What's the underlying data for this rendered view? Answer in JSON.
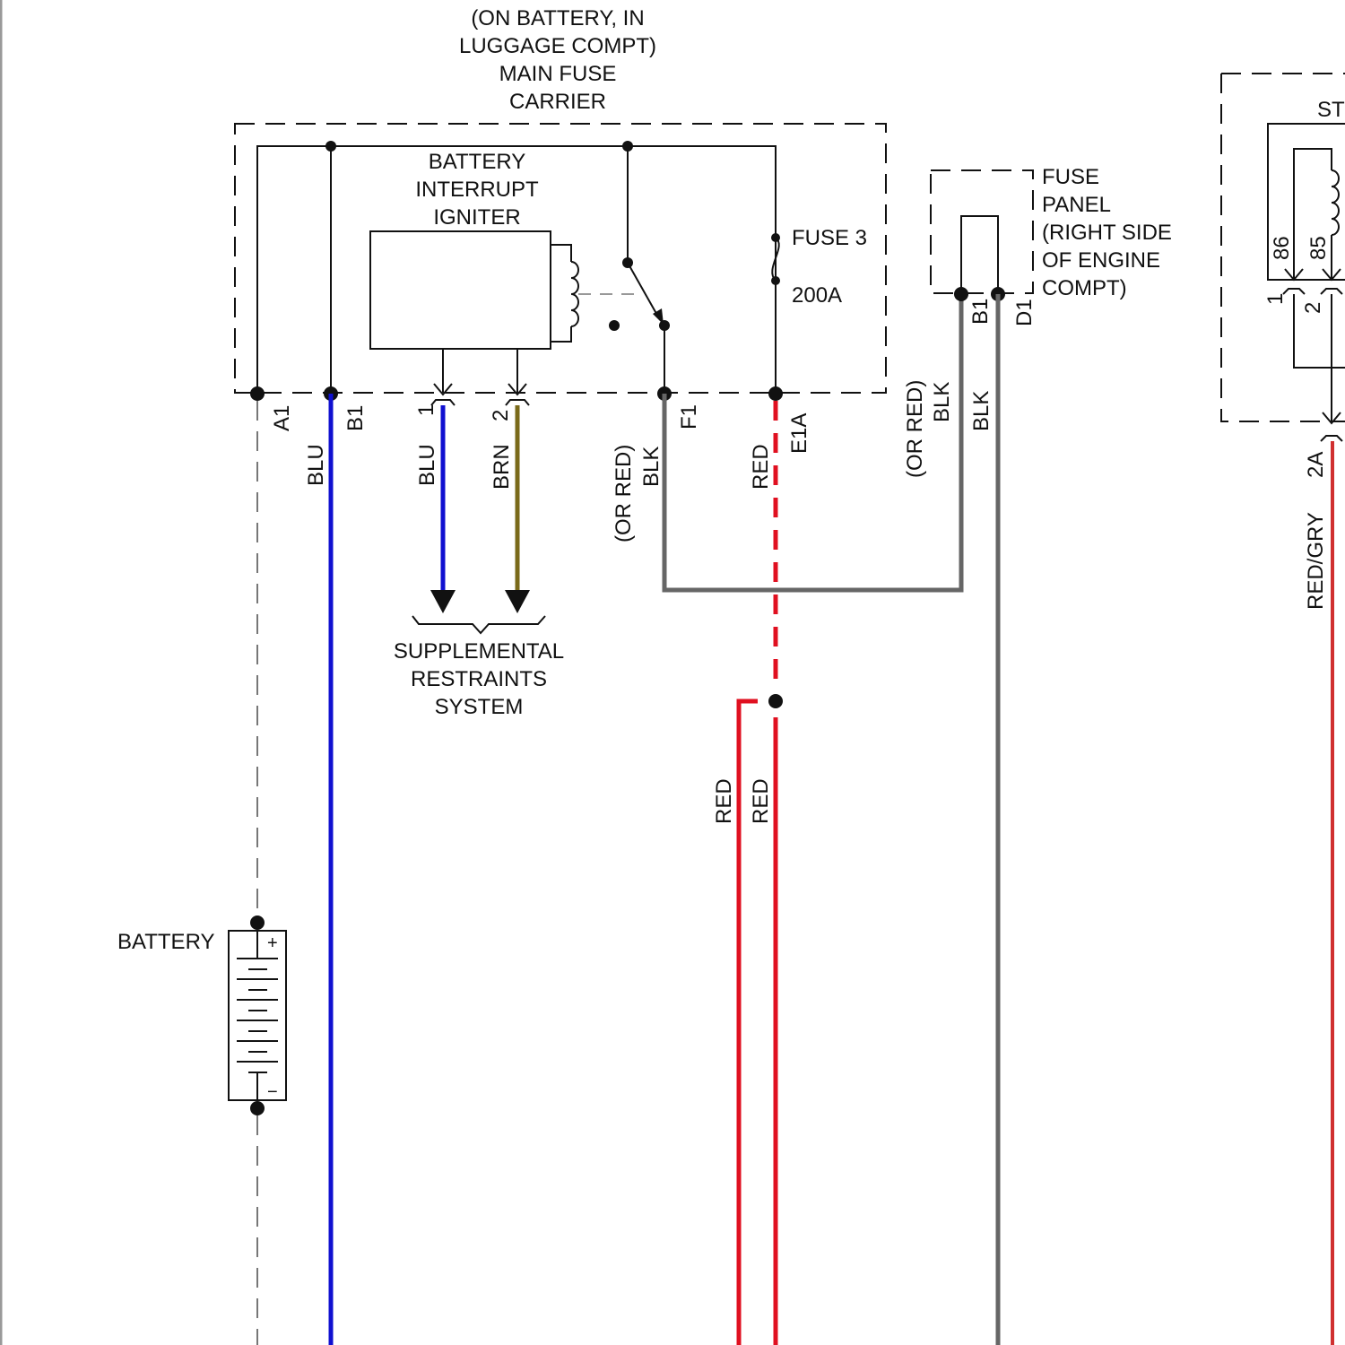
{
  "diagram": {
    "type": "wiring-schematic",
    "colors": {
      "line": "#111111",
      "blue": "#1010d0",
      "brown": "#7a6a1a",
      "black_wire": "#666666",
      "red": "#e01020",
      "red_gry": "#d03030",
      "ground_dash": "#777777"
    },
    "components": {
      "main_fuse_carrier": {
        "title_lines": [
          "(ON BATTERY, IN",
          "LUGGAGE COMPT)",
          "MAIN FUSE",
          "CARRIER"
        ],
        "igniter_lines": [
          "BATTERY",
          "INTERRUPT",
          "IGNITER"
        ],
        "fuse_name": "FUSE 3",
        "fuse_rating": "200A",
        "pins": [
          "A1",
          "B1",
          "1",
          "2",
          "F1",
          "E1A"
        ]
      },
      "fuse_panel": {
        "title_lines": [
          "FUSE",
          "PANEL",
          "(RIGHT SIDE",
          "OF ENGINE",
          "COMPT)"
        ],
        "pins": [
          "B1",
          "D1"
        ]
      },
      "relay_box": {
        "title_partial": "ST",
        "relay_pins": [
          "86",
          "85"
        ],
        "connector_pins": [
          "1",
          "2"
        ],
        "output_pin": "2A"
      },
      "battery": {
        "label": "BATTERY",
        "plus": "+",
        "minus": "−"
      },
      "srs": {
        "label_lines": [
          "SUPPLEMENTAL",
          "RESTRAINTS",
          "SYSTEM"
        ]
      }
    },
    "wires": {
      "blu_main": "BLU",
      "blu_srs": "BLU",
      "brn_srs": "BRN",
      "blk_f1": "BLK",
      "blk_f1_alt": "(OR RED)",
      "red_e1a": "RED",
      "blk_b1": "BLK",
      "blk_b1_alt": "(OR RED)",
      "blk_d1": "BLK",
      "red_left": "RED",
      "red_right": "RED",
      "red_gry": "RED/GRY"
    }
  }
}
